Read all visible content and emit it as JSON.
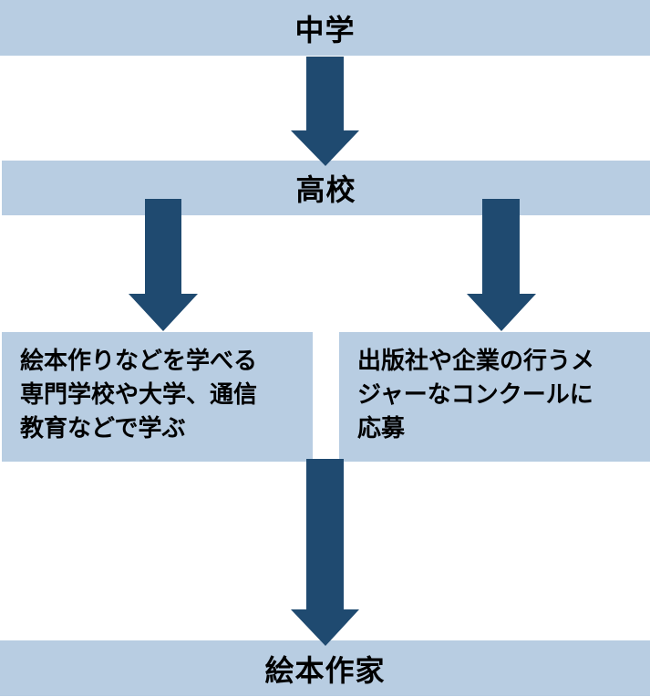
{
  "diagram": {
    "title": "絵本作家になるまでの進路",
    "colors": {
      "box": "#b8cde2",
      "arrow": "#1f4a70",
      "text": "#000000"
    },
    "nodes": {
      "junior_high": {
        "label": "中学"
      },
      "high_school": {
        "label": "高校"
      },
      "school_path": {
        "lines": [
          "絵本作りなどを学べる",
          "専門学校や大学、通信",
          "教育などで学ぶ"
        ]
      },
      "contest_path": {
        "lines": [
          "出版社や企業の行うメ",
          "ジャーなコンクールに",
          "応募"
        ]
      },
      "picture_book_author": {
        "label": "絵本作家"
      }
    },
    "edges": [
      {
        "from": "junior_high",
        "to": "high_school"
      },
      {
        "from": "high_school",
        "to": "school_path"
      },
      {
        "from": "high_school",
        "to": "contest_path"
      },
      {
        "from": "school_path",
        "to": "picture_book_author"
      },
      {
        "from": "contest_path",
        "to": "picture_book_author"
      }
    ]
  }
}
